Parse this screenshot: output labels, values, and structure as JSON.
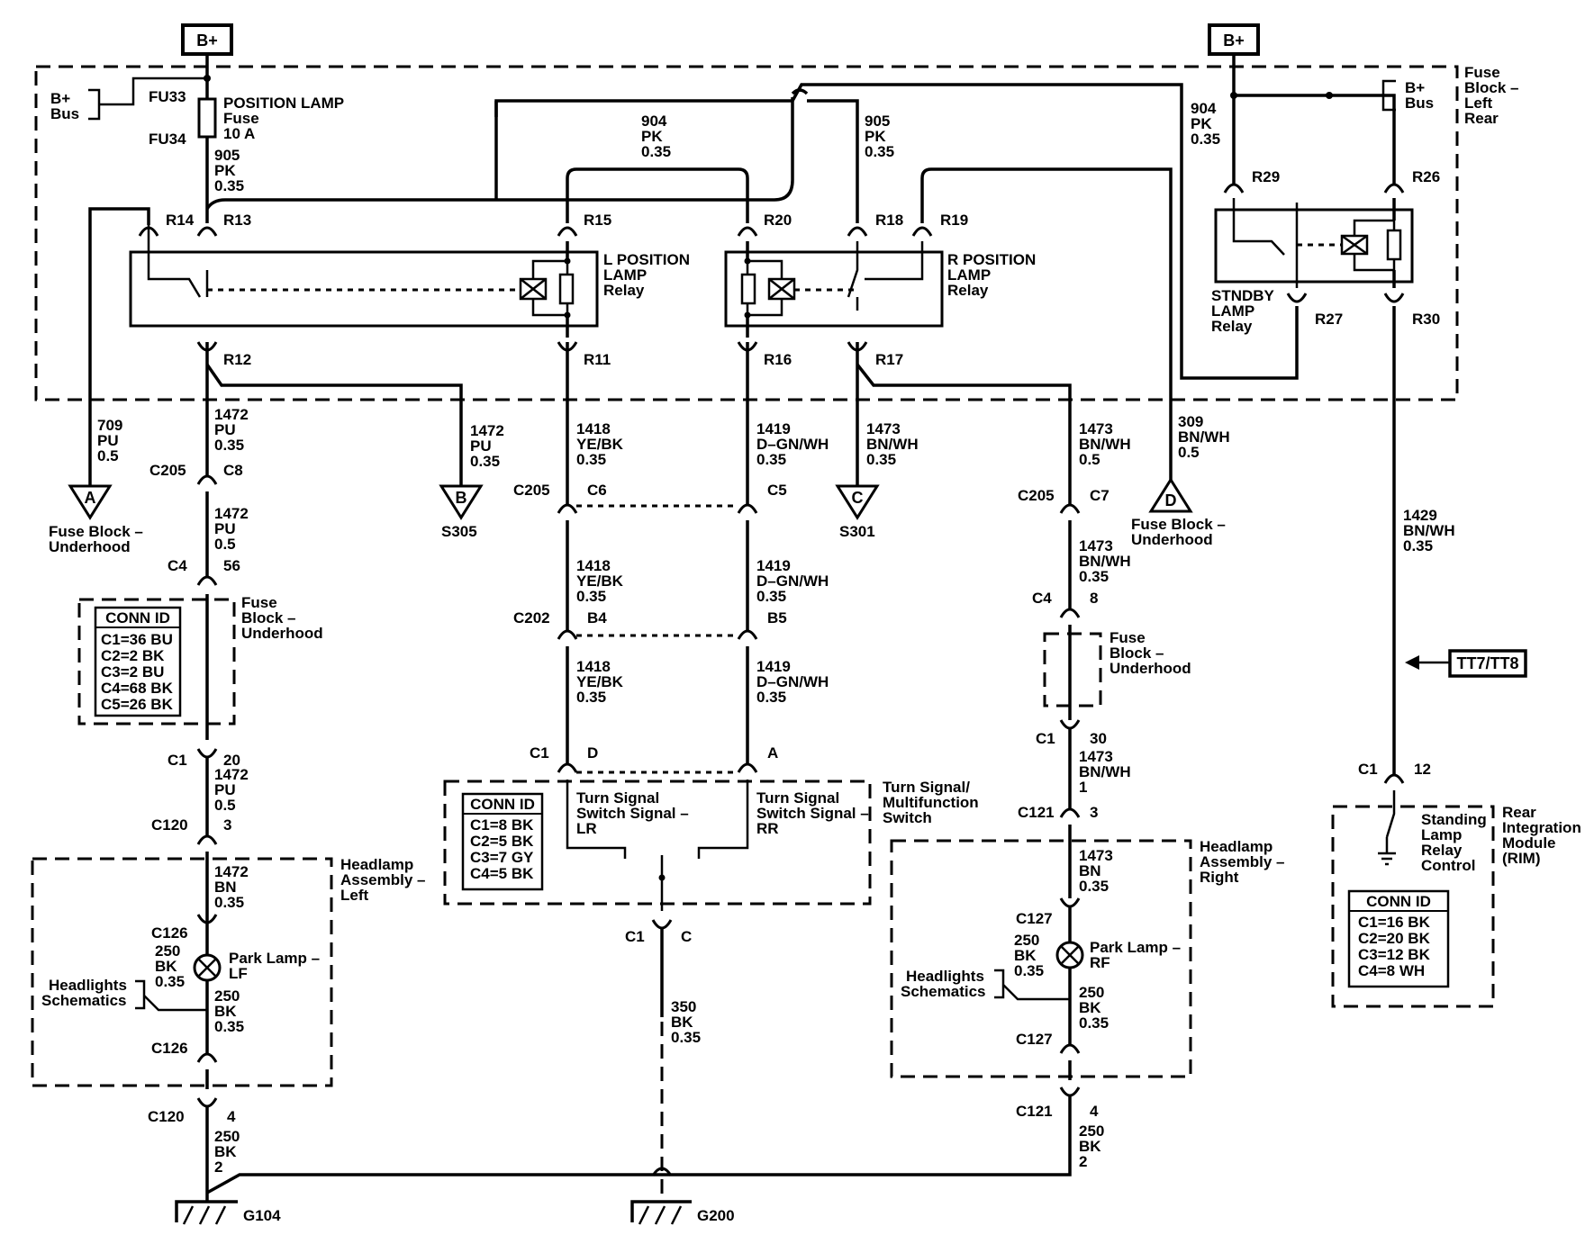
{
  "power": {
    "b_plus_left": "B+",
    "b_plus_right": "B+"
  },
  "fuse_block_lr": {
    "b_plus_bus_left": [
      "B+",
      "Bus"
    ],
    "b_plus_bus_right": [
      "B+",
      "Bus"
    ],
    "title": [
      "Fuse",
      "Block –",
      "Left",
      "Rear"
    ],
    "fu33": "FU33",
    "fu34": "FU34",
    "fuse_label": [
      "POSITION LAMP",
      "Fuse",
      "10 A"
    ]
  },
  "cavities": {
    "r12": "R12",
    "r13": "R13",
    "r14": "R14",
    "r15": "R15",
    "r11": "R11",
    "r16": "R16",
    "r17": "R17",
    "r18": "R18",
    "r19": "R19",
    "r20": "R20",
    "r26": "R26",
    "r27": "R27",
    "r29": "R29",
    "r30": "R30"
  },
  "relays": {
    "l_pos": [
      "L POSITION",
      "LAMP",
      "Relay"
    ],
    "r_pos": [
      "R POSITION",
      "LAMP",
      "Relay"
    ],
    "stndby": [
      "STNDBY",
      "LAMP",
      "Relay"
    ]
  },
  "wires": {
    "w905_top": [
      "905",
      "PK",
      "0.35"
    ],
    "w904_top": [
      "904",
      "PK",
      "0.35"
    ],
    "w905_right": [
      "905",
      "PK",
      "0.35"
    ],
    "w904_right": [
      "904",
      "PK",
      "0.35"
    ],
    "w709": [
      "709",
      "PU",
      "0.5"
    ],
    "w1472_a": [
      "1472",
      "PU",
      "0.35"
    ],
    "w1472_b": [
      "1472",
      "PU",
      "0.5"
    ],
    "w1472_s305": [
      "1472",
      "PU",
      "0.35"
    ],
    "w1472_c": [
      "1472",
      "PU",
      "0.5"
    ],
    "w1472_bn": [
      "1472",
      "BN",
      "0.35"
    ],
    "w250_lf1": [
      "250",
      "BK",
      "0.35"
    ],
    "w250_lf2": [
      "250",
      "BK",
      "0.35"
    ],
    "w250_g104": [
      "250",
      "BK",
      "2"
    ],
    "w1418_a": [
      "1418",
      "YE/BK",
      "0.35"
    ],
    "w1418_b": [
      "1418",
      "YE/BK",
      "0.35"
    ],
    "w1418_c": [
      "1418",
      "YE/BK",
      "0.35"
    ],
    "w1419_a": [
      "1419",
      "D–GN/WH",
      "0.35"
    ],
    "w1419_b": [
      "1419",
      "D–GN/WH",
      "0.35"
    ],
    "w1419_c": [
      "1419",
      "D–GN/WH",
      "0.35"
    ],
    "w1473_s301": [
      "1473",
      "BN/WH",
      "0.35"
    ],
    "w1473_a": [
      "1473",
      "BN/WH",
      "0.5"
    ],
    "w1473_b": [
      "1473",
      "BN/WH",
      "0.35"
    ],
    "w1473_c": [
      "1473",
      "BN/WH",
      "1"
    ],
    "w1473_bn": [
      "1473",
      "BN",
      "0.35"
    ],
    "w250_rf1": [
      "250",
      "BK",
      "0.35"
    ],
    "w250_rf2": [
      "250",
      "BK",
      "0.35"
    ],
    "w250_g200r": [
      "250",
      "BK",
      "2"
    ],
    "w309": [
      "309",
      "BN/WH",
      "0.5"
    ],
    "w1429": [
      "1429",
      "BN/WH",
      "0.35"
    ],
    "w350": [
      "350",
      "BK",
      "0.35"
    ]
  },
  "connectors": {
    "c205_l": "C205",
    "c8": "C8",
    "c4_l": "C4",
    "c4_pin": "56",
    "c1_l": "C1",
    "c1_pin_l": "20",
    "c120_a": "C120",
    "c120_a_pin": "3",
    "c126_a": "C126",
    "c126_b": "C126",
    "c120_b": "C120",
    "c120_b_pin": "4",
    "c205_m": "C205",
    "c6": "C6",
    "c5": "C5",
    "c202": "C202",
    "b4": "B4",
    "b5": "B5",
    "c1_m": "C1",
    "pin_d": "D",
    "pin_a": "A",
    "c1_gnd": "C1",
    "pin_c": "C",
    "c205_r": "C205",
    "c7": "C7",
    "c4_r": "C4",
    "c4_r_pin": "8",
    "c1_r": "C1",
    "c1_r_pin": "30",
    "c121_a": "C121",
    "c121_a_pin": "3",
    "c127_a": "C127",
    "c127_b": "C127",
    "c121_b": "C121",
    "c121_b_pin": "4",
    "c1_rim": "C1",
    "c1_rim_pin": "12"
  },
  "refs": {
    "a": "A",
    "a_text": [
      "Fuse Block –",
      "Underhood"
    ],
    "b": "B",
    "b_text": "S305",
    "c": "C",
    "c_text": "S301",
    "d": "D",
    "d_text": [
      "Fuse Block –",
      "Underhood"
    ],
    "tt": "TT7/TT8"
  },
  "fuse_block_uh": {
    "label_left": [
      "Fuse",
      "Block –",
      "Underhood"
    ],
    "label_right": [
      "Fuse",
      "Block –",
      "Underhood"
    ],
    "conn_title": "CONN ID",
    "conn": [
      "C1=36 BU",
      "C2=2 BK",
      "C3=2 BU",
      "C4=68 BK",
      "C5=26 BK"
    ]
  },
  "turn_switch": {
    "title": [
      "Turn Signal/",
      "Multifunction",
      "Switch"
    ],
    "lr": [
      "Turn Signal",
      "Switch Signal –",
      "LR"
    ],
    "rr": [
      "Turn Signal",
      "Switch Signal –",
      "RR"
    ],
    "conn_title": "CONN ID",
    "conn": [
      "C1=8 BK",
      "C2=5 BK",
      "C3=7 GY",
      "C4=5 BK"
    ]
  },
  "headlamp_left": {
    "title": [
      "Headlamp",
      "Assembly –",
      "Left"
    ],
    "lamp": [
      "Park Lamp –",
      "LF"
    ],
    "schem": [
      "Headlights",
      "Schematics"
    ]
  },
  "headlamp_right": {
    "title": [
      "Headlamp",
      "Assembly –",
      "Right"
    ],
    "lamp": [
      "Park Lamp –",
      "RF"
    ],
    "schem": [
      "Headlights",
      "Schematics"
    ]
  },
  "rim": {
    "title": [
      "Rear",
      "Integration",
      "Module",
      "(RIM)"
    ],
    "ctrl": [
      "Standing",
      "Lamp",
      "Relay",
      "Control"
    ],
    "conn_title": "CONN ID",
    "conn": [
      "C1=16 BK",
      "C2=20 BK",
      "C3=12 BK",
      "C4=8 WH"
    ]
  },
  "grounds": {
    "g104": "G104",
    "g200": "G200"
  }
}
